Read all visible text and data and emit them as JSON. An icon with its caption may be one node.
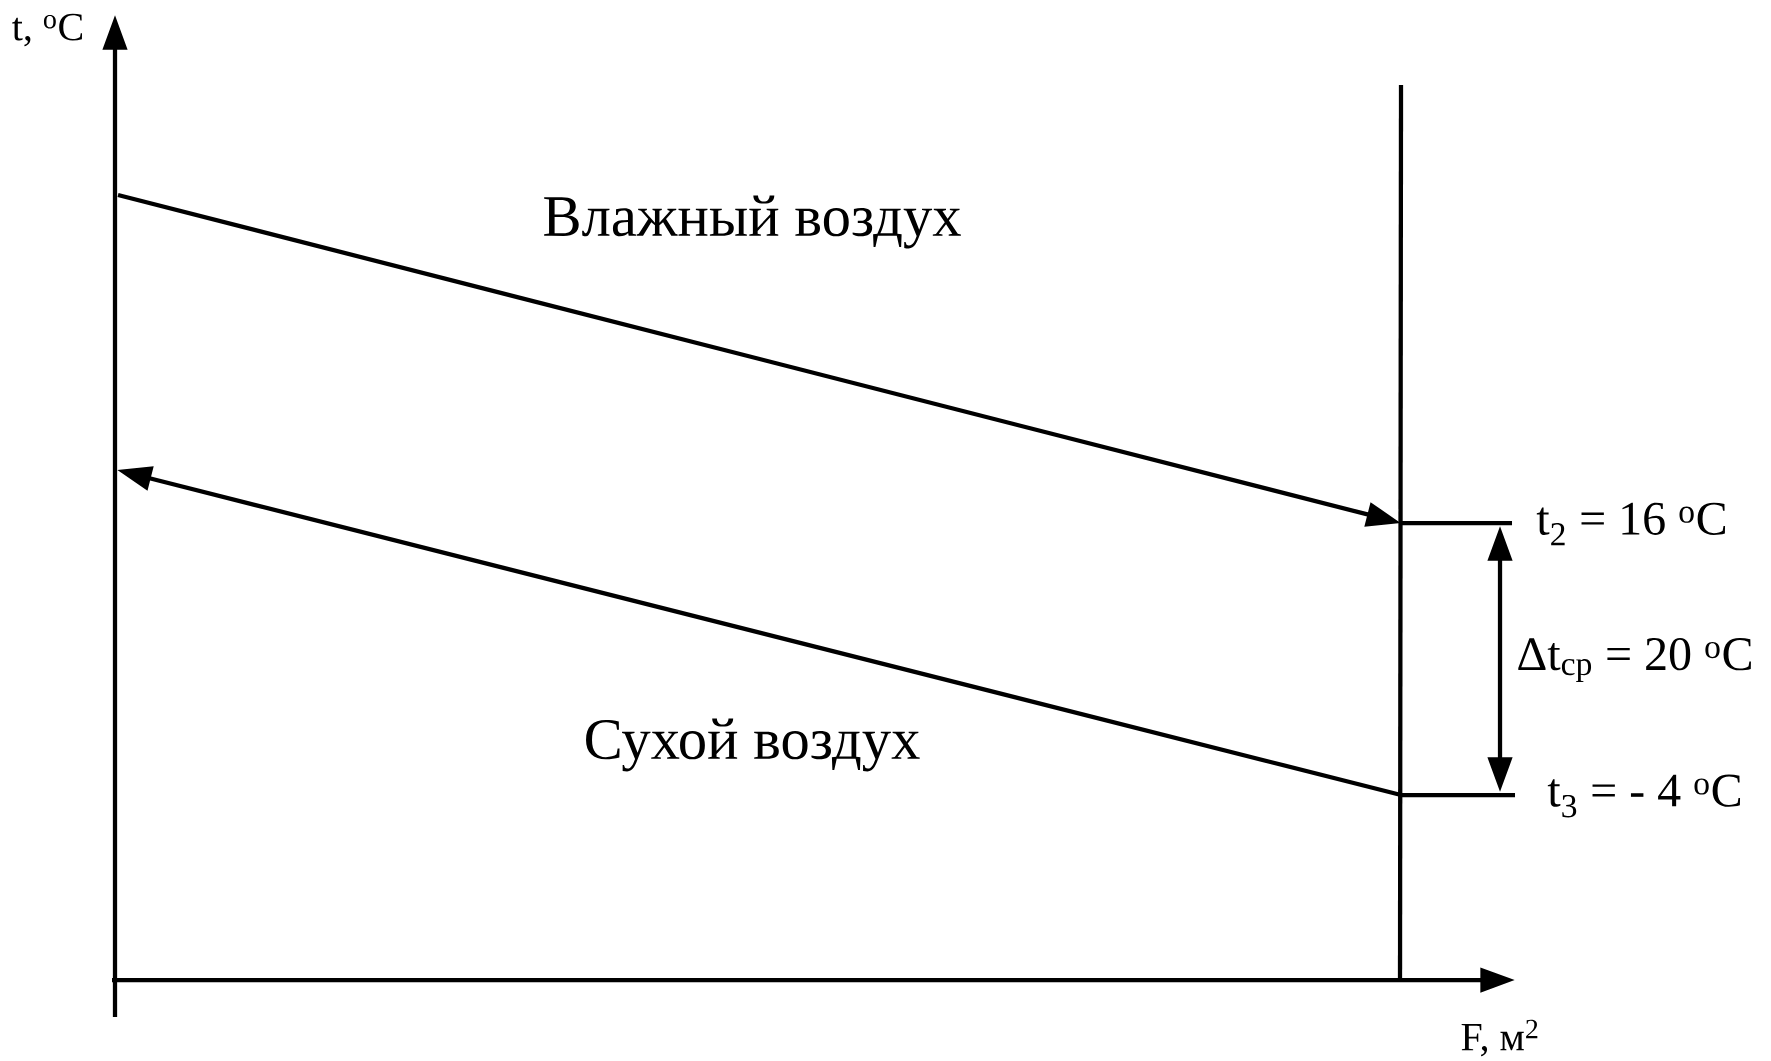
{
  "diagram": {
    "labels": [
      "t, $^{o}$C",
      "Влажный воздух",
      "t$_{2}$ = 16 $^{o}$C",
      "Δt$_{ср}$ = 20 $^{o}$C",
      "Сухой воздух",
      "t$_{3}$ = - 4 $^{o}$C",
      "F, м$^{2}$"
    ]
  }
}
